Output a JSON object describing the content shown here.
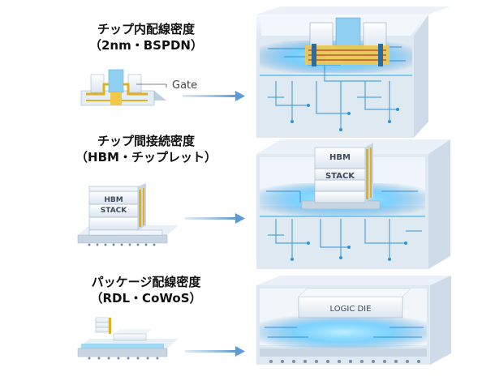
{
  "rows": [
    {
      "title": "チップ内配線密度",
      "subtitle": "（2nm・BSPDN）",
      "callout": "Gate"
    },
    {
      "title": "チップ間接続密度",
      "subtitle": "（HBM・チップレット）",
      "small_chip_label_1": "HBM",
      "small_chip_label_2": "STACK",
      "big_chip_label_1": "HBM",
      "big_chip_label_2": "STACK"
    },
    {
      "title": "パッケージ配線密度",
      "subtitle": "（RDL・CoWoS）",
      "die_label": "LOGIC DIE"
    }
  ],
  "colors": {
    "glow": "#5ec9ff",
    "arrow": "#6fa8d8",
    "block_face": "#eef4fa",
    "block_side": "#cfdbe8",
    "gold": "#d9a520"
  }
}
